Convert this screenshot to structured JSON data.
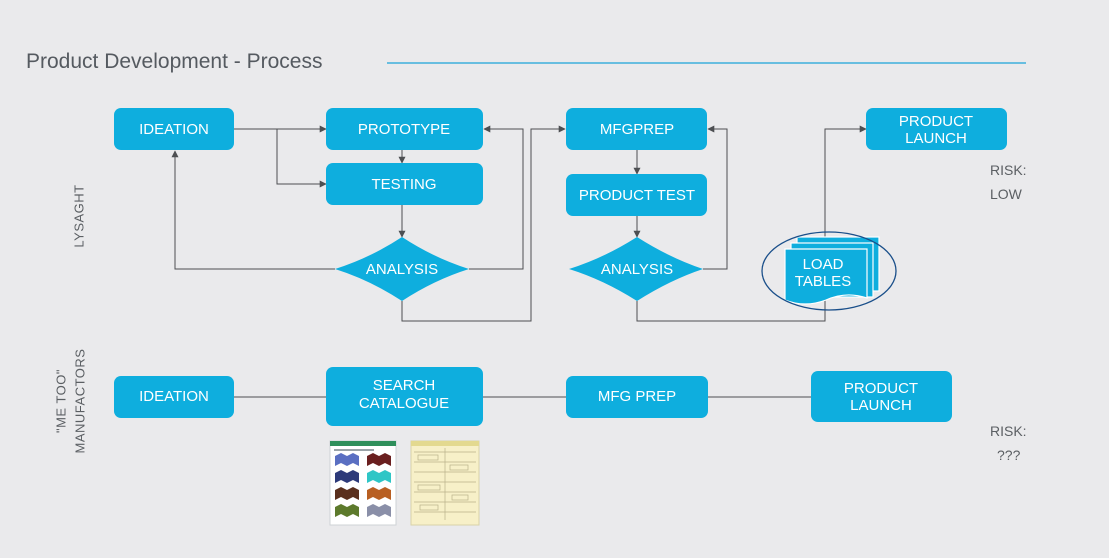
{
  "title": "Product Development - Process",
  "lanes": {
    "top": "LYSAGHT",
    "bottom_line1": "\"ME TOO\"",
    "bottom_line2": "MANUFACTORS"
  },
  "nodes": {
    "ideation_top": "IDEATION",
    "prototype": "PROTOTYPE",
    "testing": "TESTING",
    "analysis_1": "ANALYSIS",
    "mfgprep": "MFGPREP",
    "product_test": "PRODUCT TEST",
    "analysis_2": "ANALYSIS",
    "load_tables_1": "LOAD",
    "load_tables_2": "TABLES",
    "launch_top_1": "PRODUCT",
    "launch_top_2": "LAUNCH",
    "ideation_bottom": "IDEATION",
    "search_1": "SEARCH",
    "search_2": "CATALOGUE",
    "mfg_prep_bottom": "MFG PREP",
    "launch_bottom_1": "PRODUCT",
    "launch_bottom_2": "LAUNCH"
  },
  "risk": {
    "top_label": "RISK:",
    "top_value": "LOW",
    "bottom_label": "RISK:",
    "bottom_value": "???"
  },
  "colors": {
    "node_fill": "#0eaede",
    "node_text": "#ffffff",
    "title_rule": "#1aa3d9",
    "connector": "#4d4f52",
    "background": "#eaeaec"
  }
}
